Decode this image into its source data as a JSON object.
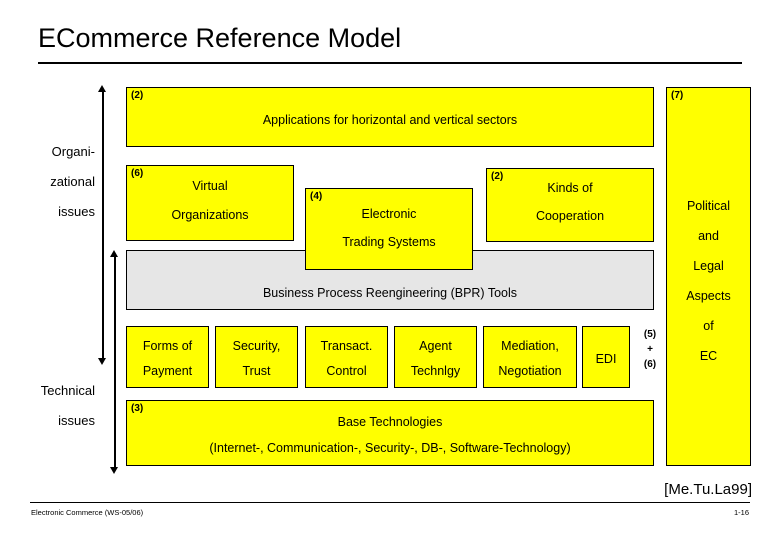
{
  "slide": {
    "title": "ECommerce Reference Model",
    "citation": "[Me.Tu.La99]",
    "footer_left": "Electronic Commerce (WS-05/06)",
    "footer_right": "1-16"
  },
  "side_labels": {
    "organizational": [
      "Organi-",
      "zational",
      "issues"
    ],
    "technical": [
      "Technical",
      "issues"
    ]
  },
  "boxes": {
    "applications": {
      "tag": "(2)",
      "lines": [
        "Applications for horizontal and vertical sectors"
      ]
    },
    "virtual_organizations": {
      "tag": "(6)",
      "lines": [
        "Virtual",
        "Organizations"
      ]
    },
    "electronic_trading_systems": {
      "tag": "(4)",
      "lines": [
        "Electronic",
        "Trading Systems"
      ]
    },
    "kinds_of_cooperation": {
      "tag": "(2)",
      "lines": [
        "Kinds of",
        "Cooperation"
      ]
    },
    "bpr_tools": {
      "tag": "",
      "lines": [
        "Business Process Reengineering (BPR) Tools"
      ]
    },
    "base_technologies": {
      "tag": "(3)",
      "lines": [
        "Base Technologies",
        "(Internet-, Communication-, Security-, DB-, Software-Technology)"
      ]
    },
    "political_legal": {
      "tag": "(7)",
      "lines": [
        "Political",
        "and",
        "Legal",
        "Aspects",
        "of",
        "EC"
      ]
    }
  },
  "technology_row": {
    "items": [
      {
        "lines": [
          "Forms of",
          "Payment"
        ]
      },
      {
        "lines": [
          "Security,",
          "Trust"
        ]
      },
      {
        "lines": [
          "Transact.",
          "Control"
        ]
      },
      {
        "lines": [
          "Agent",
          "Technlgy"
        ]
      },
      {
        "lines": [
          "Mediation,",
          "Negotiation"
        ]
      },
      {
        "lines": [
          "EDI"
        ]
      }
    ],
    "plus_label": [
      "(5)",
      "+",
      "(6)"
    ]
  },
  "colors": {
    "box_fill": "#ffff00",
    "band_fill": "#e6e6e6",
    "outline": "#000000",
    "background": "#ffffff"
  }
}
